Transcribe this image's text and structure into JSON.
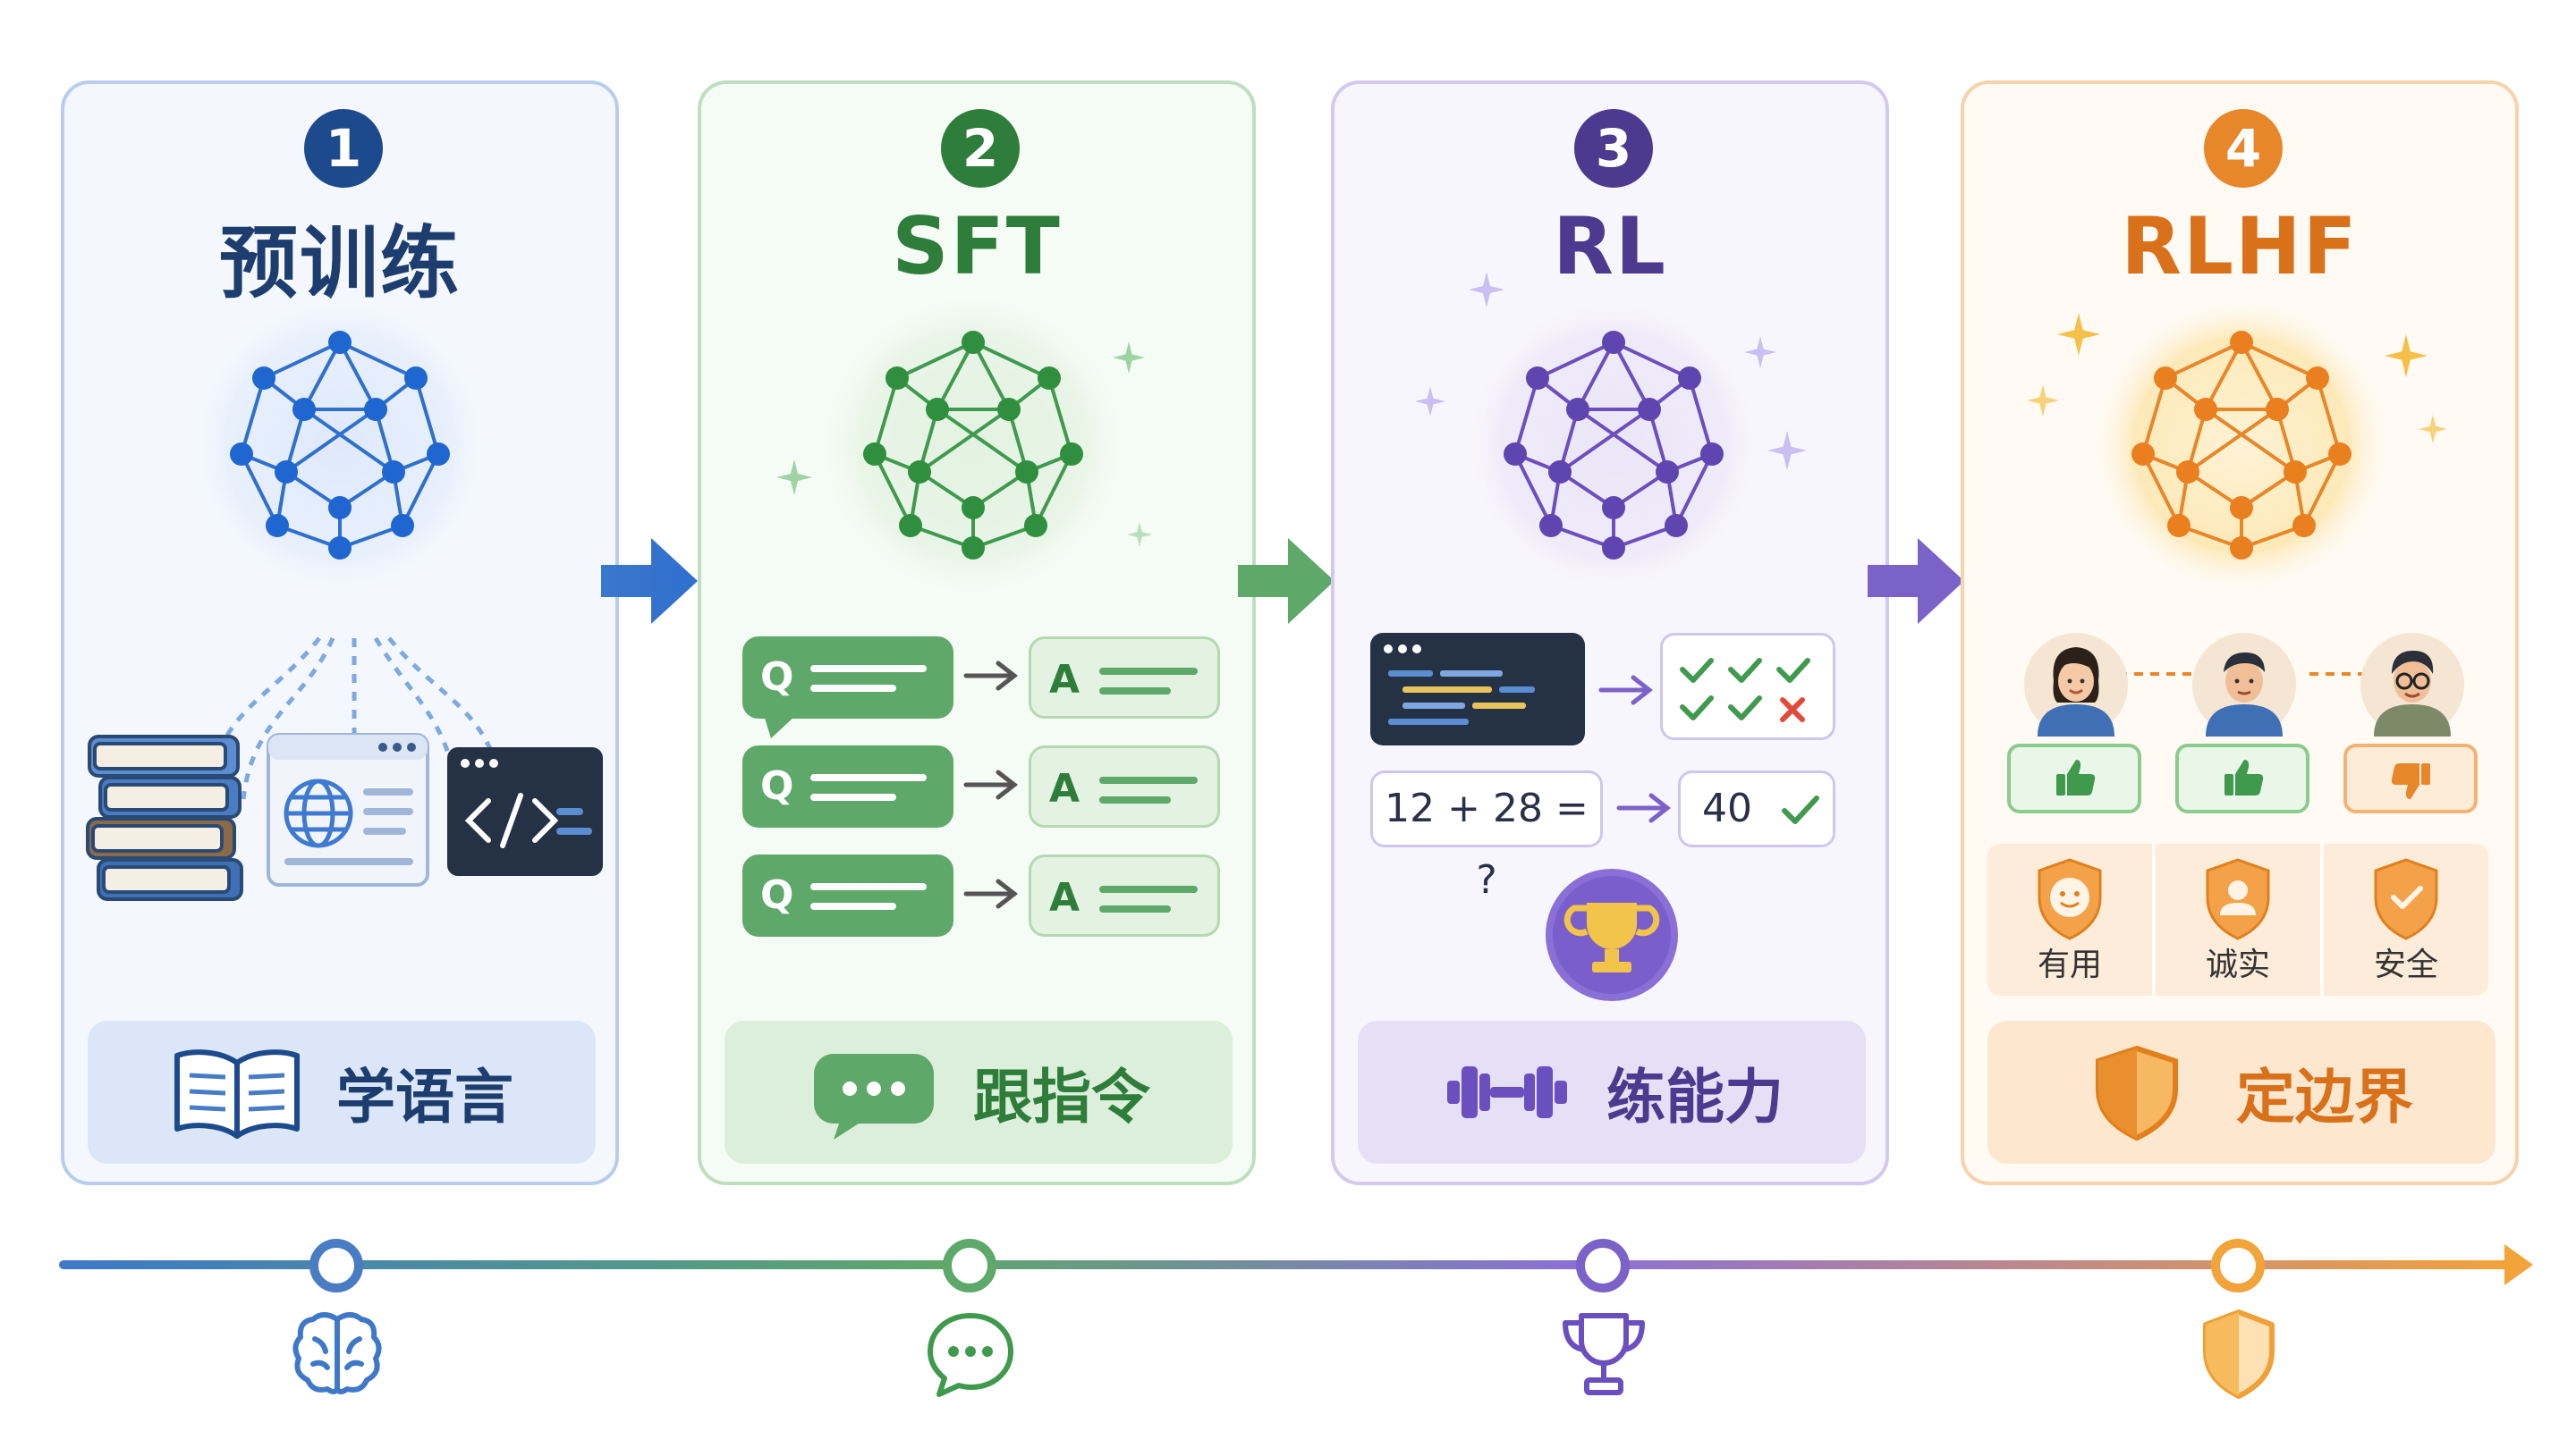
{
  "stages": [
    {
      "number": "1",
      "title": "预训练",
      "label": "学语言",
      "color": "#2f6fce",
      "dark": "#1c4a8c",
      "footer_bg": "#dbe7f8",
      "footer_icon": "open-book-icon",
      "inputs": [
        "books-icon",
        "web-page-icon",
        "code-window-icon"
      ]
    },
    {
      "number": "2",
      "title": "SFT",
      "label": "跟指令",
      "color": "#3f9a4d",
      "dark": "#2f7d3b",
      "footer_bg": "#dcefdb",
      "footer_icon": "chat-bubble-icon",
      "qa_pairs": [
        {
          "q": "Q",
          "a": "A"
        },
        {
          "q": "Q",
          "a": "A"
        },
        {
          "q": "Q",
          "a": "A"
        }
      ],
      "ellipsis": "···"
    },
    {
      "number": "3",
      "title": "RL",
      "label": "练能力",
      "color": "#6b4fbf",
      "dark": "#4b3a8e",
      "footer_bg": "#e5e0f6",
      "footer_icon": "dumbbell-icon",
      "math": "12 + 28 = ?",
      "answer": "40",
      "reward_icon": "trophy-icon"
    },
    {
      "number": "4",
      "title": "RLHF",
      "label": "定边界",
      "color": "#e8862a",
      "dark": "#d9711a",
      "footer_bg": "#fde7cf",
      "footer_icon": "shield-icon",
      "attributes": [
        "有用",
        "诚实",
        "安全"
      ],
      "feedback": [
        "thumbs-up-icon",
        "thumbs-up-icon",
        "thumbs-down-icon"
      ]
    }
  ],
  "timeline_icons": [
    "brain-icon",
    "chat-bubble-icon",
    "trophy-icon",
    "shield-icon"
  ]
}
